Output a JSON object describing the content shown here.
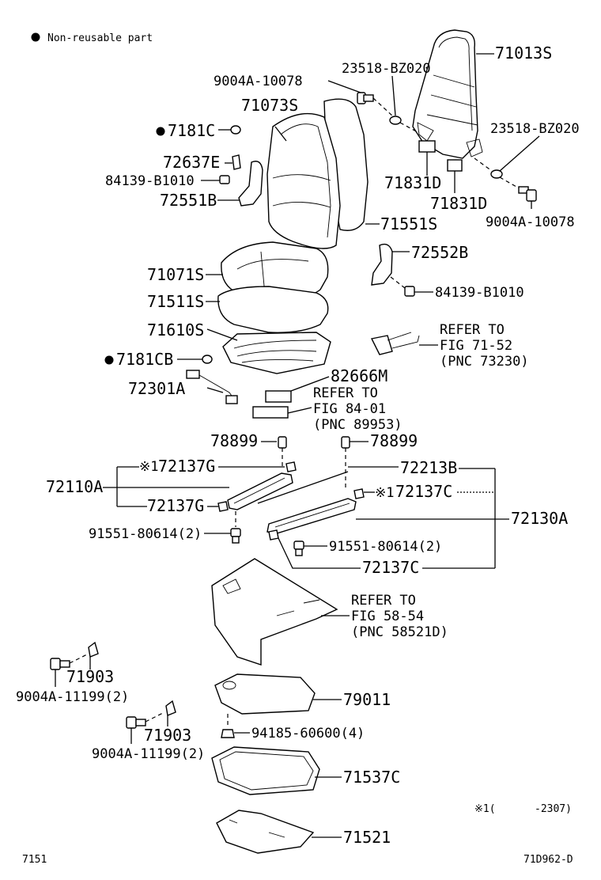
{
  "legend": {
    "text": "Non-reusable part"
  },
  "labels": {
    "p71013S": "71013S",
    "p9004A_10078_top": "9004A-10078",
    "p23518_top": "23518-BZ020",
    "p71073S": "71073S",
    "p7181C": "7181C",
    "p72637E": "72637E",
    "p84139_left": "84139-B1010",
    "p72551B": "72551B",
    "p71831D_a": "71831D",
    "p71831D_b": "71831D",
    "p23518_right": "23518-BZ020",
    "p9004A_10078_right": "9004A-10078",
    "p71551S": "71551S",
    "p72552B": "72552B",
    "p71071S": "71071S",
    "p71511S": "71511S",
    "p84139_right": "84139-B1010",
    "p71610S": "71610S",
    "p7181CB": "7181CB",
    "p82666M": "82666M",
    "p72301A": "72301A",
    "p78899_left": "78899",
    "p78899_right": "78899",
    "p72137G_top": "72137G",
    "p72213B": "72213B",
    "p72110A": "72110A",
    "p72137C_top": "72137C",
    "p72137G_bot": "72137G",
    "p72130A": "72130A",
    "p91551_left": "91551-80614(2)",
    "p91551_right": "91551-80614(2)",
    "p72137C_bot": "72137C",
    "p71903_a": "71903",
    "p9004A_11199_a": "9004A-11199(2)",
    "p79011": "79011",
    "p71903_b": "71903",
    "p94185": "94185-60600(4)",
    "p9004A_11199_b": "9004A-11199(2)",
    "p71537C": "71537C",
    "p71521": "71521"
  },
  "marks": {
    "ref1": "※1"
  },
  "refers": {
    "r1": [
      "REFER TO",
      "FIG 71-52",
      "(PNC 73230)"
    ],
    "r2": [
      "REFER TO",
      "FIG 84-01",
      "(PNC 89953)"
    ],
    "r3": [
      "REFER TO",
      "FIG 58-54",
      "(PNC 58521D)"
    ]
  },
  "footnote": {
    "mark": "※1(",
    "range": "-2307)"
  },
  "footer": {
    "fig_no": "7151",
    "drawing_id": "71D962-D"
  }
}
